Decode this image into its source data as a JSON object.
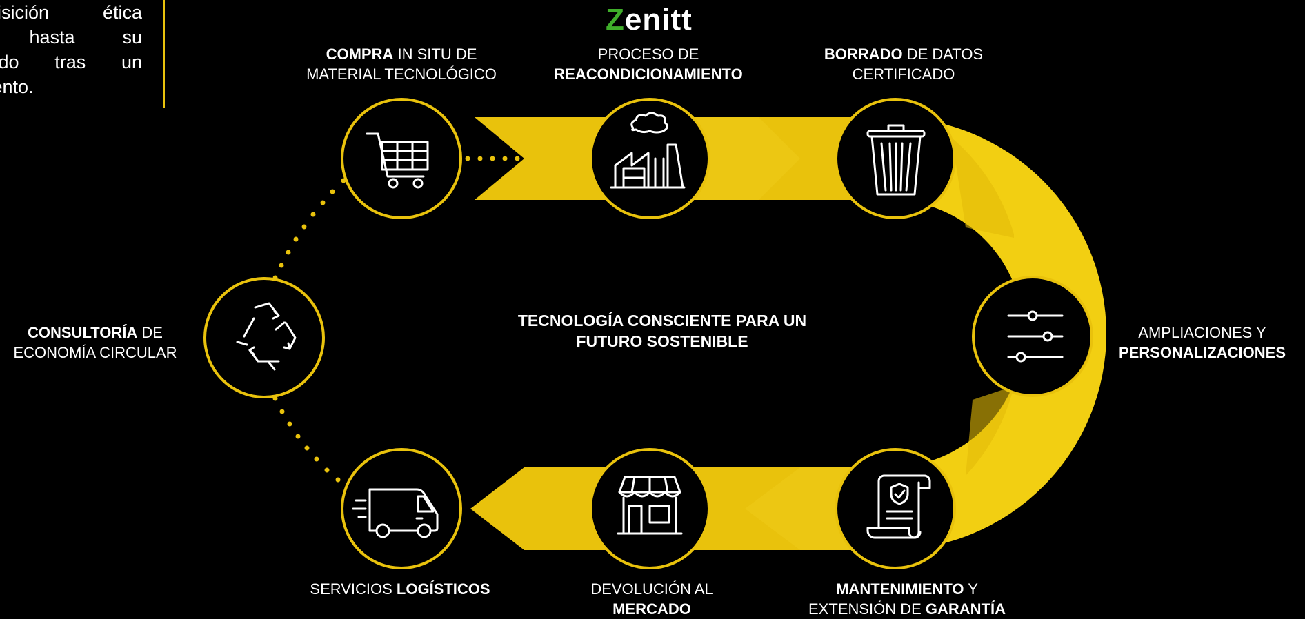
{
  "intro": {
    "lines": [
      "lquisición ética",
      "s hasta su",
      "rcado tras un",
      "miento."
    ]
  },
  "logo": {
    "initial": "Z",
    "rest": "enitt"
  },
  "center_title": "TECNOLOGÍA CONSCIENTE PARA UN FUTURO SOSTENIBLE",
  "steps": [
    {
      "id": "compra",
      "icon": "shopping-cart-icon",
      "line1_bold": "COMPRA",
      "line1_rest": " IN SITU DE",
      "line2_pre": "MATERIAL TECNOLÓGICO",
      "line2_bold": ""
    },
    {
      "id": "reacondicionamiento",
      "icon": "factory-icon",
      "line1_bold": "",
      "line1_rest": "PROCESO DE",
      "line2_pre": "",
      "line2_bold": "REACONDICIONAMIENTO"
    },
    {
      "id": "borrado",
      "icon": "trash-can-icon",
      "line1_bold": "BORRADO",
      "line1_rest": " DE DATOS",
      "line2_pre": "CERTIFICADO",
      "line2_bold": ""
    },
    {
      "id": "ampliaciones",
      "icon": "sliders-icon",
      "line1_bold": "",
      "line1_rest": "AMPLIACIONES Y",
      "line2_pre": "",
      "line2_bold": "PERSONALIZACIONES"
    },
    {
      "id": "mantenimiento",
      "icon": "certificate-scroll-icon",
      "line1_bold": "MANTENIMIENTO",
      "line1_rest": " Y",
      "line2_pre": "EXTENSIÓN DE ",
      "line2_bold": "GARANTÍA"
    },
    {
      "id": "devolucion",
      "icon": "storefront-icon",
      "line1_bold": "",
      "line1_rest": "DEVOLUCIÓN AL",
      "line2_pre": "",
      "line2_bold": "MERCADO"
    },
    {
      "id": "logistica",
      "icon": "delivery-van-icon",
      "line1_bold": "",
      "line1_rest": "SERVICIOS ",
      "line2_pre": "",
      "line2_bold": "LOGÍSTICOS"
    },
    {
      "id": "consultoria",
      "icon": "recycle-icon",
      "line1_bold": "CONSULTORÍA",
      "line1_rest": " DE",
      "line2_pre": "ECONOMÍA CIRCULAR",
      "line2_bold": ""
    }
  ],
  "colors": {
    "accent": "#e9c20c",
    "accent_light": "#f3d21a",
    "logo_green": "#3fae2a",
    "background": "#000000"
  }
}
